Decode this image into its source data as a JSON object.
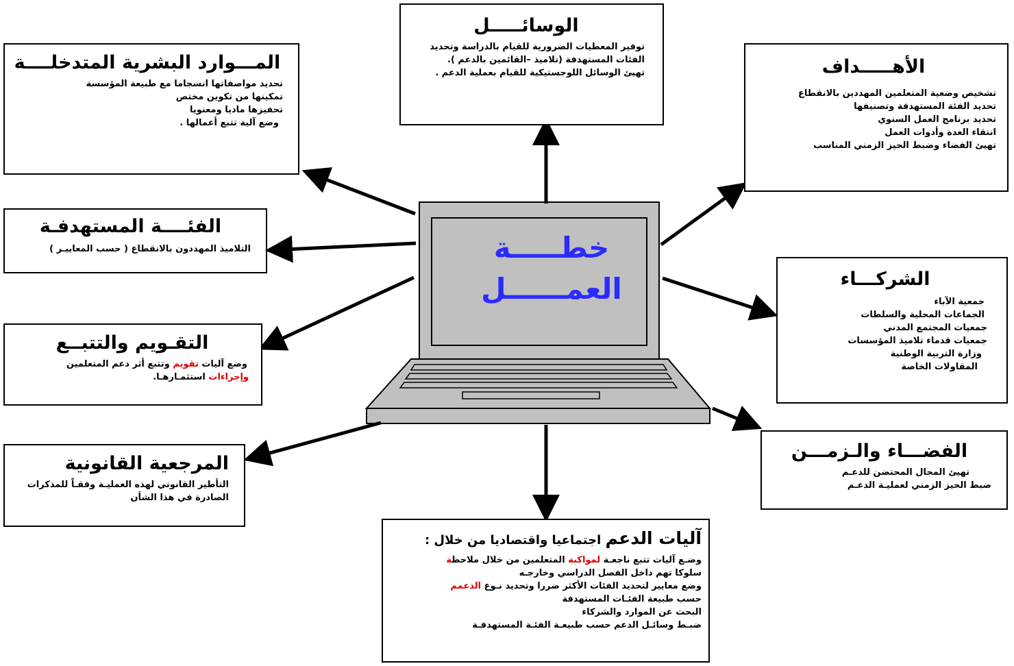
{
  "center": {
    "line1": "خطـــــة",
    "line2": "العمــــــل"
  },
  "boxes": {
    "means": {
      "title": "الوسائـــــل",
      "lines": [
        "توفير المعطيات الضرورية للقيام بالدراسة وتحديد",
        "الفئات المستهدفة (تلاميذ –القائمين بالدعم ).",
        "تهيئ الوسائل اللوجستيكية للقيام بعملية الدعم ."
      ]
    },
    "human_resources": {
      "title": "المـــوارد البشرية المتدخلــــة",
      "lines": [
        "تحديد مواصفاتها انسجاما مع طبيعة المؤسسة",
        "تمكينها من تكوين مختص",
        "تحفيزها ماديا ومعنويا",
        "وضع آلية تتبع أعمالها ."
      ]
    },
    "goals": {
      "title": "الأهـــــداف",
      "lines": [
        "تشخيص وضعية المتعلمين المهددين بالانقطاع",
        "تحديد الفئة المستهدفة وتصنيفها",
        "تحديد برنامج العمل السنوي",
        "انتقاء العدة وأدوات العمل",
        "تهيئ الفضاء وضبط الحيز الزمني المناسب"
      ]
    },
    "target_group": {
      "title": "الفئــــة المستهدفـة",
      "line": "التلاميذ المهددون بالانقطاع ( حسب المعاييـر )"
    },
    "partners": {
      "title": "الشركـــاء",
      "lines": [
        "جمعية الآباء",
        "الجماعات المحلية والسلطات",
        "جمعيات المجتمع المدني",
        "جمعيات قدماء تلاميذ المؤسسات",
        "وزارة التربية الوطنية",
        "المقاولات الخاصة"
      ]
    },
    "evaluation": {
      "title": "التقـويم والتتبــع",
      "l1a": "وضع آليات ",
      "l1b": "تقويم",
      "l1c": " وتتبع أثر دعم المتعلمين",
      "l2a": "وإجراءات",
      "l2b": " استثمـارهـا."
    },
    "space_time": {
      "title": "الفضـــاء والـزمـــن",
      "lines": [
        "تهيئ المجال المحتضن للدعـم",
        "ضبط الحيز الزمني لعمليـة الدعـم"
      ]
    },
    "legal": {
      "title": "المرجعية القانونية",
      "lines": [
        "التأطير القانوني لهذه العمليـة وفقـاً للمذكرات",
        "الصادرة في هذا الشأن"
      ]
    },
    "support": {
      "title_big": "آليات الدعم",
      "title_rest": " اجتماعيا واقتصاديا من خلال :",
      "l1a": "وضـع آليات تتبع ناجعـة ",
      "l1b": "لمواكبة",
      "l1c": " المتعلمين من خلال ملاحظ",
      "l1d": "ة",
      "l2": "سلوكا تهم داخل الفصل الدراسي وخارجـه",
      "l3a": "وضع معايير لتحديد الفئات الأكثر ضررا وتحديد نـوع ",
      "l3b": "الدعمم",
      "l4": "حسب طبيعة الفئـات المستهدفة",
      "l5": "البحث عن الموارد والشركاء",
      "l6": "ضبـط وسائـل الدعم حسب طبيعـة الفئـة المستهدفـة"
    }
  },
  "colors": {
    "laptop_body": "#c0c0c0",
    "screen_text": "#2b2bff",
    "highlight": "#e00000"
  }
}
